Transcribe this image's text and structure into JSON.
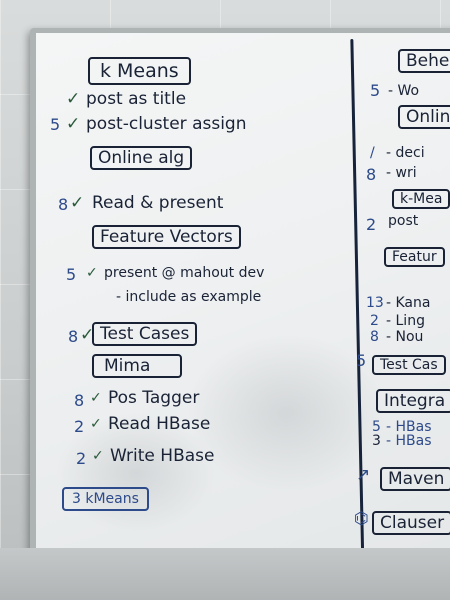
{
  "left": {
    "kmeans_title": "k Means",
    "kmeans_item1": "post as title",
    "kmeans_num2": "5",
    "kmeans_item2": "post-cluster assign",
    "online_alg": "Online alg",
    "read_num": "8",
    "read_item": "Read & present",
    "feature_vectors": "Feature Vectors",
    "fv_num": "5",
    "fv_item1": "present @ mahout dev",
    "fv_item2": "- include as example",
    "test_num": "8",
    "test_cases": "Test Cases",
    "mima": "Mima",
    "pos_num": "8",
    "pos_item": "Pos Tagger",
    "read_hbase_num": "2",
    "read_hbase": "Read HBase",
    "write_hbase_num": "2",
    "write_hbase": "Write HBase",
    "kmeans_box": "3 kMeans"
  },
  "right": {
    "behe": "Behe",
    "wo_num": "5",
    "wo": "- Wo",
    "onlin": "Onlin",
    "deci": "- deci",
    "wri_num": "8",
    "wri": "- wri",
    "k_mea": "k-Mea",
    "post_num": "2",
    "post": "post",
    "featur": "Featur",
    "kana_num": "13",
    "kana": "- Kana",
    "ling_num": "2",
    "ling": "- Ling",
    "nou_num": "8",
    "nou": "- Nou",
    "test_cas_num": "5",
    "test_cas": "Test Cas",
    "integra": "Integra",
    "hbase_num1": "5",
    "hbase1": "- HBas",
    "hbase_num2": "3",
    "hbase2": "- HBas",
    "maven": "Maven",
    "clauser": "Clauser"
  }
}
